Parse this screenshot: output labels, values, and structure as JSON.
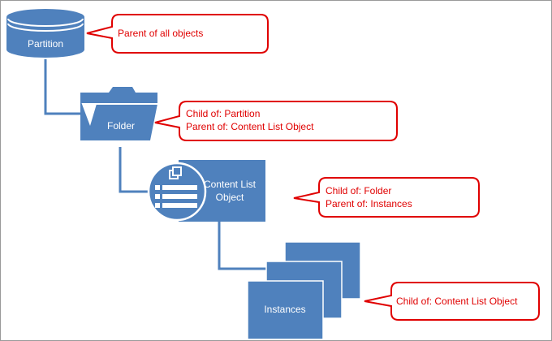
{
  "nodes": {
    "partition": {
      "label": "Partition"
    },
    "folder": {
      "label": "Folder"
    },
    "content_list_object": {
      "label_line1": "Content List",
      "label_line2": "Object"
    },
    "instances": {
      "label": "Instances"
    }
  },
  "callouts": {
    "partition": {
      "line1": "Parent of all objects"
    },
    "folder": {
      "line1": "Child of: Partition",
      "line2": "Parent of: Content List Object"
    },
    "content_list_object": {
      "line1": "Child of: Folder",
      "line2": "Parent of: Instances"
    },
    "instances": {
      "line1": "Child of: Content List Object"
    }
  },
  "colors": {
    "node_fill": "#4f81bd",
    "node_dark": "#3a6896",
    "connector": "#4f81bd",
    "callout_border": "#e00000",
    "callout_text": "#e00000"
  }
}
